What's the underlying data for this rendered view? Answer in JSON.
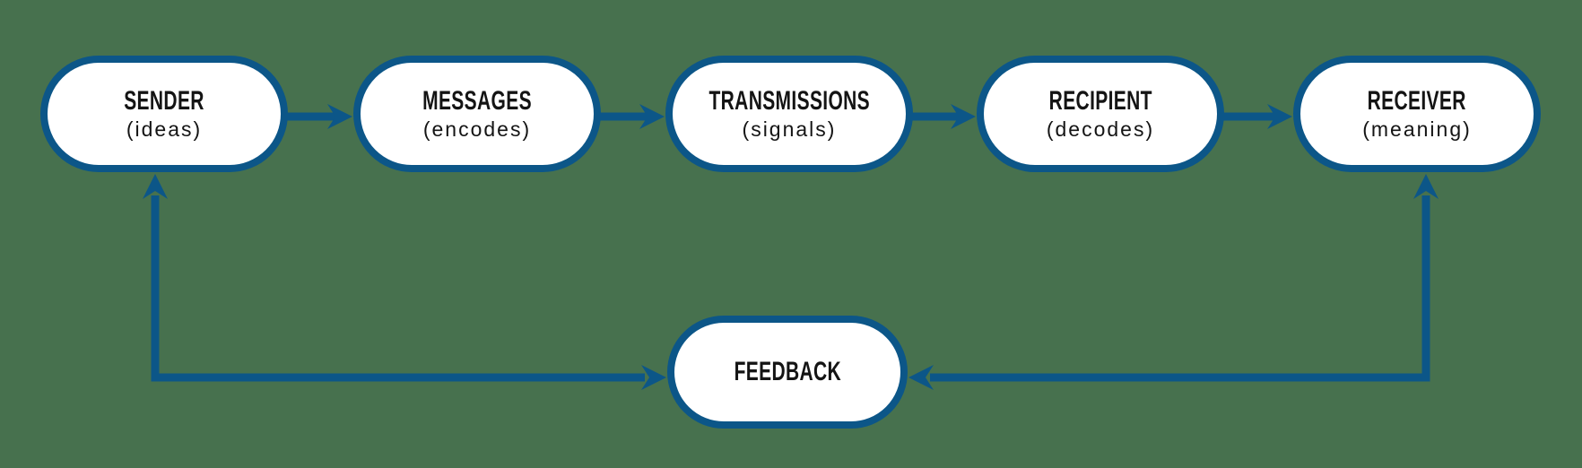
{
  "diagram": {
    "nodes": [
      {
        "id": "sender",
        "title": "SENDER",
        "subtitle": "(ideas)"
      },
      {
        "id": "messages",
        "title": "MESSAGES",
        "subtitle": "(encodes)"
      },
      {
        "id": "transmissions",
        "title": "TRANSMISSIONS",
        "subtitle": "(signals)"
      },
      {
        "id": "recipient",
        "title": "RECIPIENT",
        "subtitle": "(decodes)"
      },
      {
        "id": "receiver",
        "title": "RECEIVER",
        "subtitle": "(meaning)"
      },
      {
        "id": "feedback",
        "title": "FEEDBACK",
        "subtitle": ""
      }
    ],
    "edges": [
      {
        "from": "sender",
        "to": "messages",
        "style": "straight-right",
        "arrowheads": "end"
      },
      {
        "from": "messages",
        "to": "transmissions",
        "style": "straight-right",
        "arrowheads": "end"
      },
      {
        "from": "transmissions",
        "to": "recipient",
        "style": "straight-right",
        "arrowheads": "end"
      },
      {
        "from": "recipient",
        "to": "receiver",
        "style": "straight-right",
        "arrowheads": "end"
      },
      {
        "from": "feedback",
        "to": "sender",
        "style": "elbow-left",
        "arrowheads": "both"
      },
      {
        "from": "feedback",
        "to": "receiver",
        "style": "elbow-right",
        "arrowheads": "both"
      }
    ]
  },
  "colors": {
    "background": "#47714e",
    "accent": "#0c5688",
    "node_fill": "#ffffff",
    "text": "#141414"
  }
}
